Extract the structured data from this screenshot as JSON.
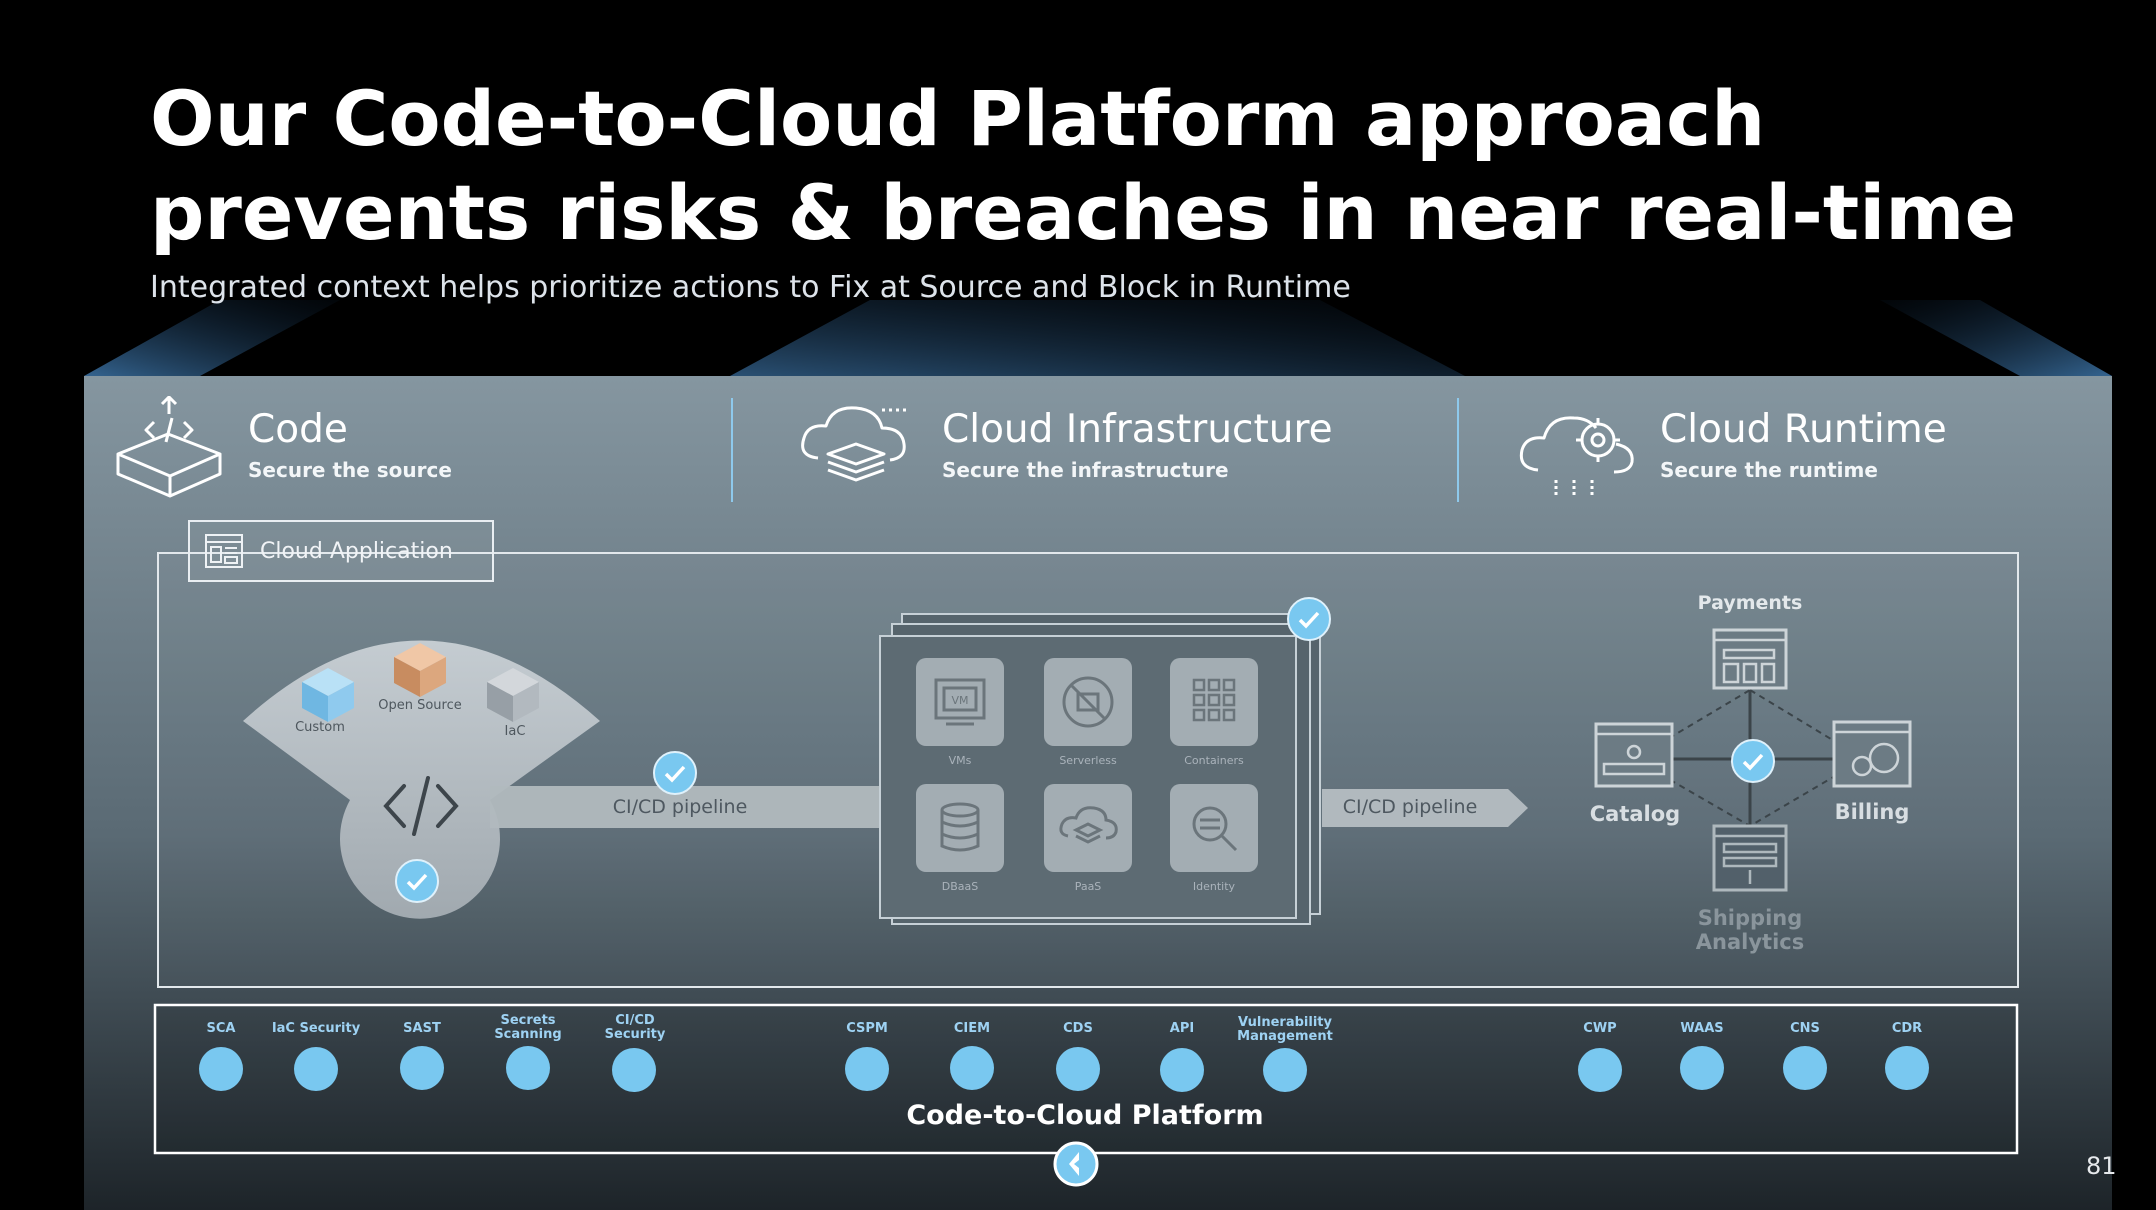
{
  "slide": {
    "title": "Our Code-to-Cloud Platform approach prevents risks & breaches in near real-time",
    "subtitle": "Integrated context helps prioritize actions to Fix at Source and Block in Runtime",
    "page_number": "81"
  },
  "columns": [
    {
      "heading": "Code",
      "subheading": "Secure the source",
      "icon": "code-box-icon"
    },
    {
      "heading": "Cloud Infrastructure",
      "subheading": "Secure the infrastructure",
      "icon": "cloud-stack-icon"
    },
    {
      "heading": "Cloud Runtime",
      "subheading": "Secure the runtime",
      "icon": "cloud-gear-icon"
    }
  ],
  "cloud_app": {
    "label": "Cloud Application",
    "icon": "app-window-icon"
  },
  "code_fan": {
    "items": [
      "Custom",
      "Open Source",
      "IaC"
    ],
    "colors": [
      "#7ec3ea",
      "#d5a27a",
      "#a7aeb5"
    ]
  },
  "pipelines": [
    "CI/CD pipeline",
    "CI/CD pipeline"
  ],
  "infra_tiles": [
    "VMs",
    "Serverless",
    "Containers",
    "DBaaS",
    "PaaS",
    "Identity"
  ],
  "runtime": {
    "services": [
      "Payments",
      "Catalog",
      "Billing"
    ],
    "service_bottom": "Shipping\nAnalytics"
  },
  "platform": {
    "label": "Code-to-Cloud Platform",
    "capabilities": [
      "SCA",
      "IaC Security",
      "SAST",
      "Secrets\nScanning",
      "CI/CD\nSecurity",
      "CSPM",
      "CIEM",
      "CDS",
      "API",
      "Vulnerability\nManagement",
      "CWP",
      "WAAS",
      "CNS",
      "CDR"
    ]
  },
  "colors": {
    "accent": "#79c8f0",
    "panel": "#6e7e88",
    "background": "#000000"
  }
}
